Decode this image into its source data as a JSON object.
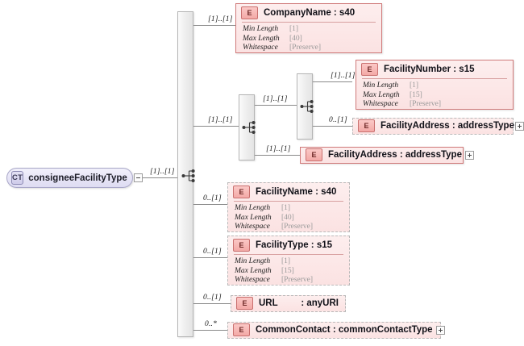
{
  "diagram": {
    "title": "consigneeFacilityType XSD structure",
    "colors": {
      "element_fill": "#fbe2e2",
      "element_border": "#d07a7a",
      "complextype_fill": "#e6e4f6",
      "complextype_border": "#a9a7c8",
      "line": "#8a8a8a",
      "facet_value": "#9a9a9a"
    },
    "root": {
      "badge": "CT",
      "label": "consigneeFacilityType",
      "toggle": "minus",
      "cardinality": "[1]..[1]"
    },
    "compositors": [
      {
        "name": "root-sequence",
        "icon": "sequence-icon"
      },
      {
        "name": "facility-sequence",
        "icon": "sequence-icon"
      },
      {
        "name": "facility-inner-sequence",
        "icon": "sequence-icon"
      }
    ],
    "facet_labels": {
      "min_length": "Min Length",
      "max_length": "Max Length",
      "whitespace": "Whitespace"
    },
    "elements": [
      {
        "id": "company-name",
        "badge": "E",
        "name": "CompanyName : s40",
        "cardinality": "[1]..[1]",
        "optional": false,
        "expandable": false,
        "facets": [
          {
            "key": "Min Length",
            "value": "[1]"
          },
          {
            "key": "Max Length",
            "value": "[40]"
          },
          {
            "key": "Whitespace",
            "value": "[Preserve]"
          }
        ]
      },
      {
        "id": "facility-number",
        "badge": "E",
        "name": "FacilityNumber : s15",
        "cardinality": "[1]..[1]",
        "optional": false,
        "expandable": false,
        "facets": [
          {
            "key": "Min Length",
            "value": "[1]"
          },
          {
            "key": "Max Length",
            "value": "[15]"
          },
          {
            "key": "Whitespace",
            "value": "[Preserve]"
          }
        ]
      },
      {
        "id": "facility-address-optional",
        "badge": "E",
        "name": "FacilityAddress : addressType",
        "cardinality": "0..[1]",
        "optional": true,
        "expandable": true,
        "facets": []
      },
      {
        "id": "facility-address-required",
        "badge": "E",
        "name": "FacilityAddress : addressType",
        "cardinality": "[1]..[1]",
        "optional": false,
        "expandable": true,
        "facets": []
      },
      {
        "id": "facility-name",
        "badge": "E",
        "name": "FacilityName : s40",
        "cardinality": "0..[1]",
        "optional": true,
        "expandable": false,
        "facets": [
          {
            "key": "Min Length",
            "value": "[1]"
          },
          {
            "key": "Max Length",
            "value": "[40]"
          },
          {
            "key": "Whitespace",
            "value": "[Preserve]"
          }
        ]
      },
      {
        "id": "facility-type",
        "badge": "E",
        "name": "FacilityType : s15",
        "cardinality": "0..[1]",
        "optional": true,
        "expandable": false,
        "facets": [
          {
            "key": "Min Length",
            "value": "[1]"
          },
          {
            "key": "Max Length",
            "value": "[15]"
          },
          {
            "key": "Whitespace",
            "value": "[Preserve]"
          }
        ]
      },
      {
        "id": "url",
        "badge": "E",
        "name": "URL",
        "name_suffix": ": anyURI",
        "cardinality": "0..[1]",
        "optional": true,
        "expandable": false,
        "facets": []
      },
      {
        "id": "common-contact",
        "badge": "E",
        "name": "CommonContact : commonContactType",
        "cardinality": "0..*",
        "optional": true,
        "expandable": true,
        "facets": []
      }
    ],
    "branch_cardinalities": {
      "to_facility_sequence": "[1]..[1]",
      "to_inner_sequence": "[1]..[1]"
    }
  }
}
